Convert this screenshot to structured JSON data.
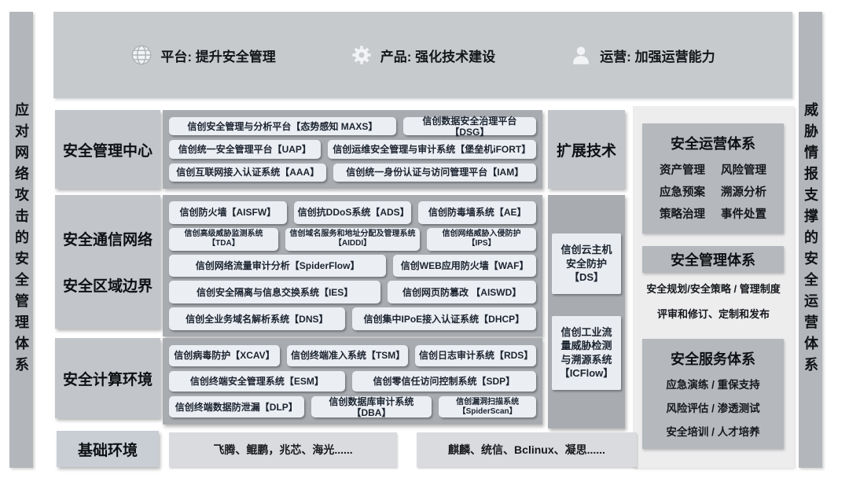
{
  "ribbons": {
    "left": "应对网络攻击的安全管理体系",
    "right": "威胁情报支撑的安全运营体系"
  },
  "banner": {
    "items": [
      {
        "icon": "globe-icon",
        "text": "平台: 提升安全管理"
      },
      {
        "icon": "gear-icon",
        "text": "产品: 强化技术建设"
      },
      {
        "icon": "person-icon",
        "text": "运营: 加强运营能力"
      }
    ]
  },
  "labels": {
    "mgmt": "安全管理中心",
    "net1": "安全通信网络",
    "net2": "安全区域边界",
    "comp": "安全计算环境"
  },
  "mid": {
    "mgmt": [
      [
        "信创安全管理与分析平台【态势感知 MAXS】",
        "信创数据安全治理平台【DSG】"
      ],
      [
        "信创统一安全管理平台【UAP】",
        "信创运维安全管理与审计系统【堡垒机iFORT】"
      ],
      [
        "信创互联网接入认证系统【AAA】",
        "信创统一身份认证与访问管理平台【IAM】"
      ]
    ],
    "net": [
      [
        "信创防火墙【AISFW】",
        "信创抗DDoS系统【ADS】",
        "信创防毒墙系统【AE】"
      ],
      [
        "信创高级威胁监测系统【TDA】",
        "信创域名服务和地址分配及管理系统\n【AIDDI】",
        "信创网络威胁入侵防护【IPS】"
      ],
      [
        "信创网络流量审计分析【SpiderFlow】",
        "信创WEB应用防火墙【WAF】"
      ],
      [
        "信创安全隔离与信息交换系统【IES】",
        "信创网页防篡改 【AISWD】"
      ],
      [
        "信创全业务域名解析系统【DNS】",
        "信创集中IPoE接入认证系统【DHCP】"
      ]
    ],
    "comp": [
      [
        "信创病毒防护【XCAV】",
        "信创终端准入系统【TSM】",
        "信创日志审计系统【RDS】"
      ],
      [
        "信创终端安全管理系统【ESM】",
        "信创零信任访问控制系统【SDP】"
      ],
      [
        "信创终端数据防泄漏【DLP】",
        "信创数据库审计系统【DBA】",
        "信创漏洞扫描系统\n【SpiderScan】"
      ]
    ]
  },
  "ext": {
    "label": "扩展技术",
    "boxes": [
      "信创云主机\n安全防护\n【DS】",
      "信创工业流\n量威胁检测\n与溯源系统\n【ICFlow】"
    ]
  },
  "right": {
    "ops": {
      "title": "安全运营体系",
      "items": [
        "资产管理",
        "风险管理",
        "应急预案",
        "溯源分析",
        "策略治理",
        "事件处置"
      ]
    },
    "mgmt": {
      "title": "安全管理体系",
      "lines": [
        "安全规划/安全策略 / 管理制度",
        "评审和修订、定制和发布"
      ]
    },
    "svc": {
      "title": "安全服务体系",
      "lines": [
        "应急演练 / 重保支持",
        "风险评估 / 渗透测试",
        "安全培训 / 人才培养"
      ]
    }
  },
  "base": {
    "label": "基础环境",
    "hw": "飞腾、鲲鹏，兆芯、海光......",
    "os": "麒麟、统信、Bclinux、凝思......"
  },
  "colors": {
    "ribbon": "#b3b6ba",
    "banner": "#c7cacd",
    "section_label": "#c2c6ca",
    "panel": "#a8acb0",
    "system_box": "#ebeef3",
    "right_panel": "#ededee",
    "right_box": "#b5b9bd",
    "foundation_box": "#d9dbde",
    "text_dark": "#15181c"
  }
}
